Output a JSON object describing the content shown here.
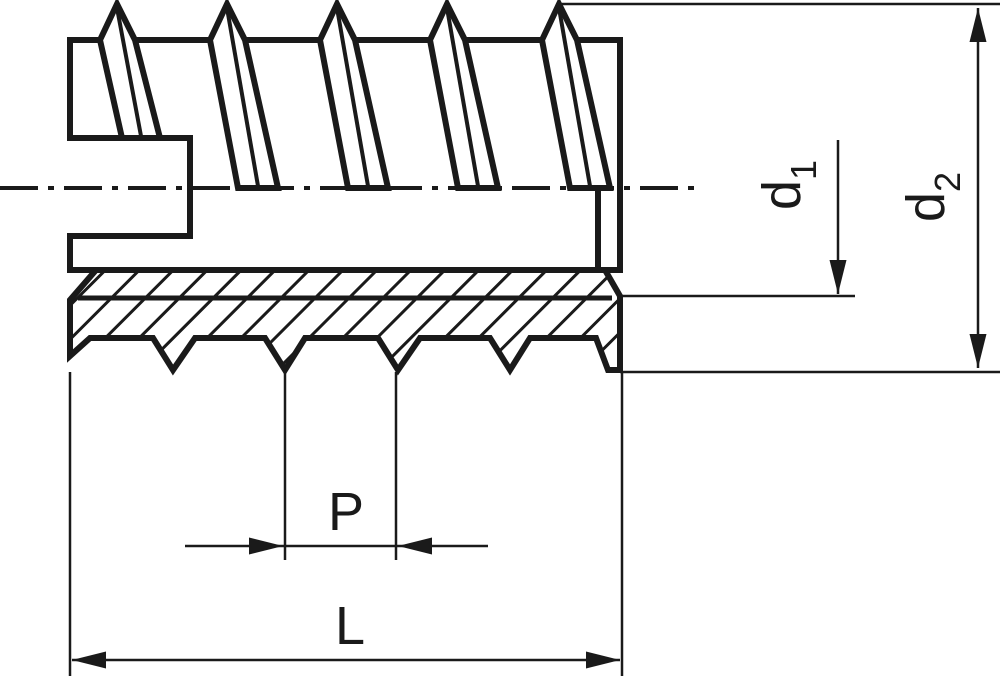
{
  "diagram": {
    "labels": {
      "d1": {
        "letter": "d",
        "subscript": "1"
      },
      "d2": {
        "letter": "d",
        "subscript": "2"
      },
      "pitch": "P",
      "length": "L"
    },
    "colors": {
      "stroke": "#1a1a1a",
      "background": "#ffffff"
    }
  }
}
